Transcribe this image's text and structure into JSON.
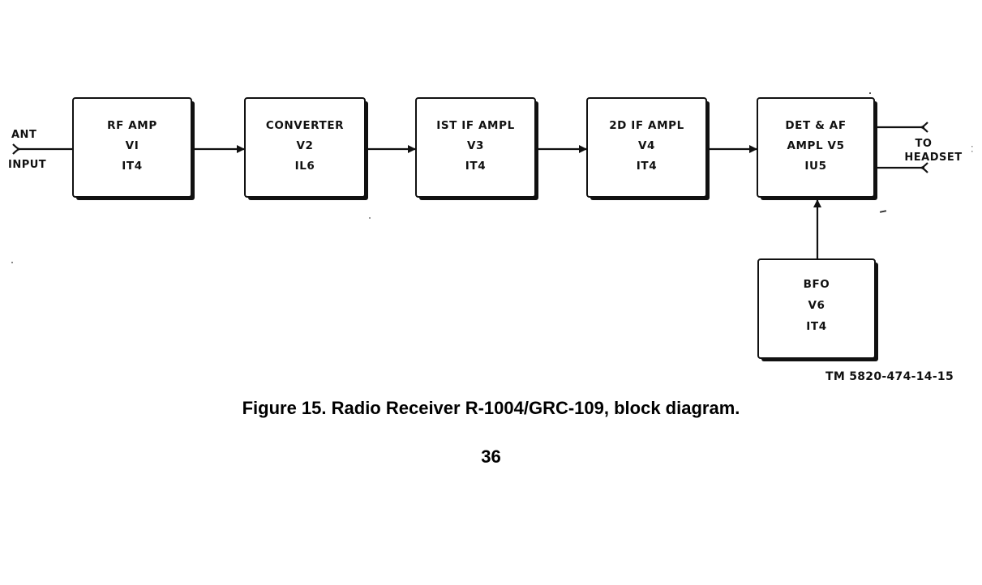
{
  "diagram": {
    "input": {
      "lines": [
        "ANT",
        "INPUT"
      ]
    },
    "blocks": [
      {
        "id": "rf-amp",
        "lines": [
          "RF AMP",
          "VI",
          "IT4"
        ]
      },
      {
        "id": "converter",
        "lines": [
          "CONVERTER",
          "V2",
          "IL6"
        ]
      },
      {
        "id": "1st-if-ampl",
        "lines": [
          "IST IF AMPL",
          "V3",
          "IT4"
        ]
      },
      {
        "id": "2d-if-ampl",
        "lines": [
          "2D IF AMPL",
          "V4",
          "IT4"
        ]
      },
      {
        "id": "det-af-ampl",
        "lines": [
          "DET & AF",
          "AMPL V5",
          "IU5"
        ]
      },
      {
        "id": "bfo",
        "lines": [
          "BFO",
          "V6",
          "IT4"
        ]
      }
    ],
    "connections": [
      {
        "from": "ant-input",
        "to": "rf-amp"
      },
      {
        "from": "rf-amp",
        "to": "converter"
      },
      {
        "from": "converter",
        "to": "1st-if-ampl"
      },
      {
        "from": "1st-if-ampl",
        "to": "2d-if-ampl"
      },
      {
        "from": "2d-if-ampl",
        "to": "det-af-ampl"
      },
      {
        "from": "bfo",
        "to": "det-af-ampl"
      },
      {
        "from": "det-af-ampl",
        "to": "headset"
      }
    ],
    "output": {
      "lines": [
        "TO",
        "HEADSET"
      ]
    },
    "figure_id": "TM 5820-474-14-15"
  },
  "caption": "Figure 15.  Radio Receiver R-1004/GRC-109, block diagram.",
  "page_number": "36",
  "colors": {
    "ink": "#111111",
    "paper": "#ffffff"
  }
}
